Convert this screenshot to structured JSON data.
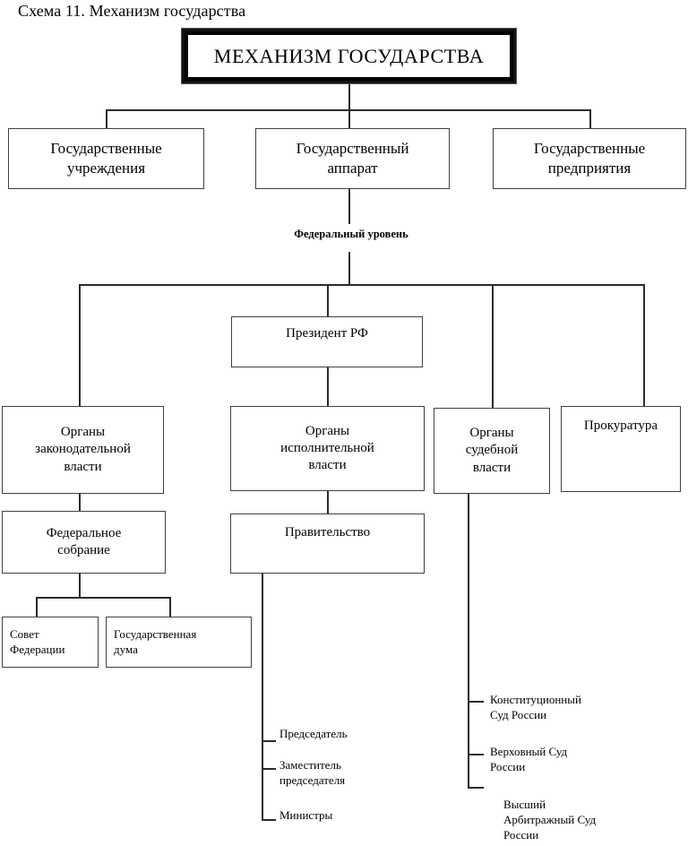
{
  "title": "Схема 11. Механизм государства",
  "root": {
    "label": "МЕХАНИЗМ ГОСУДАРСТВА"
  },
  "level2": [
    {
      "label": "Государственные\nучреждения"
    },
    {
      "label": "Государственный\nаппарат"
    },
    {
      "label": "Государственные\nпредприятия"
    }
  ],
  "caption": {
    "federal_level": "Федеральный уровень"
  },
  "level3": [
    {
      "label": "Президент РФ"
    }
  ],
  "branches": [
    {
      "label": "Органы\nзаконодательной\nвласти"
    },
    {
      "label": "Органы\nисполнительной\nвласти"
    },
    {
      "label": "Органы\nсудебной\nвласти"
    },
    {
      "label": "Прокуратура"
    }
  ],
  "legislative": {
    "assembly": "Федеральное\nсобрание",
    "chambers": [
      {
        "label": "Совет\nФедерации"
      },
      {
        "label": "Государственная\nдума"
      }
    ]
  },
  "executive": {
    "government": "Правительство",
    "members": [
      {
        "label": "Председатель"
      },
      {
        "label": "Заместитель\nпредседателя"
      },
      {
        "label": "Министры"
      }
    ]
  },
  "judicial": {
    "courts": [
      {
        "label": "Конституционный\nСуд России"
      },
      {
        "label": "Верховный Суд\nРоссии"
      },
      {
        "label": "Высший\nАрбитражный Суд\nРоссии"
      }
    ]
  },
  "colors": {
    "line": "#2b2b2b",
    "border": "#404040",
    "background": "#ffffff",
    "text": "#000000"
  }
}
